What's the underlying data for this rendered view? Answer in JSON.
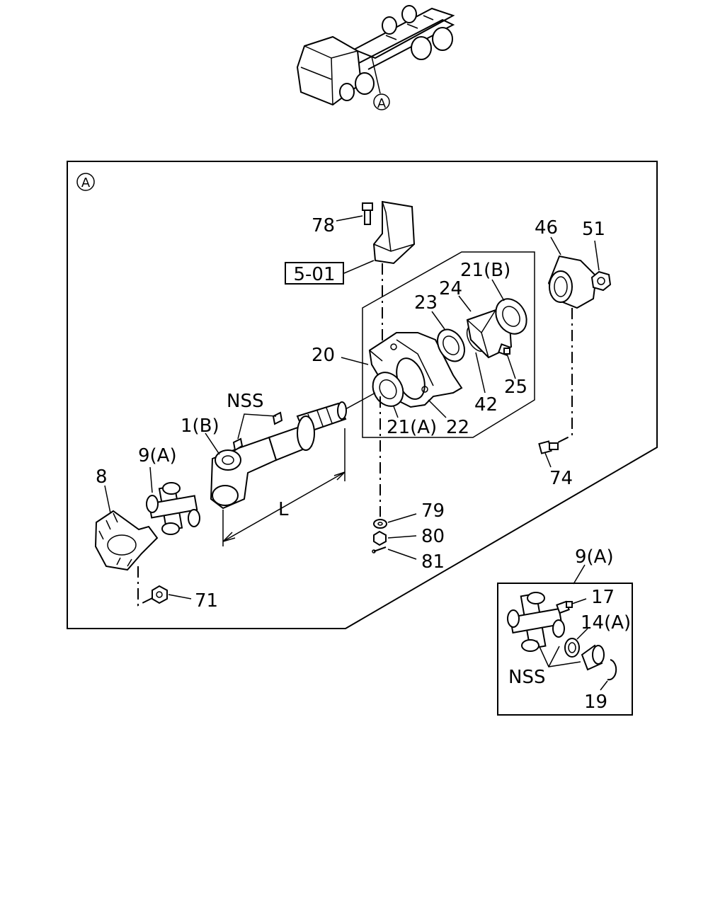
{
  "callouts": {
    "view_marker": "A",
    "panel_marker": "A"
  },
  "labels": {
    "p78": "78",
    "ref_501": "5-01",
    "p46": "46",
    "p51": "51",
    "p21b": "21(B)",
    "p24": "24",
    "p23": "23",
    "p20": "20",
    "p25": "25",
    "p42": "42",
    "p21a": "21(A)",
    "p22": "22",
    "nss_main": "NSS",
    "p1b": "1(B)",
    "p9a_main": "9(A)",
    "p8": "8",
    "p74": "74",
    "dim_l": "L",
    "p79": "79",
    "p80": "80",
    "p81": "81",
    "p71": "71"
  },
  "inset": {
    "title": "9(A)",
    "p17": "17",
    "p14a": "14(A)",
    "nss": "NSS",
    "p19": "19"
  }
}
